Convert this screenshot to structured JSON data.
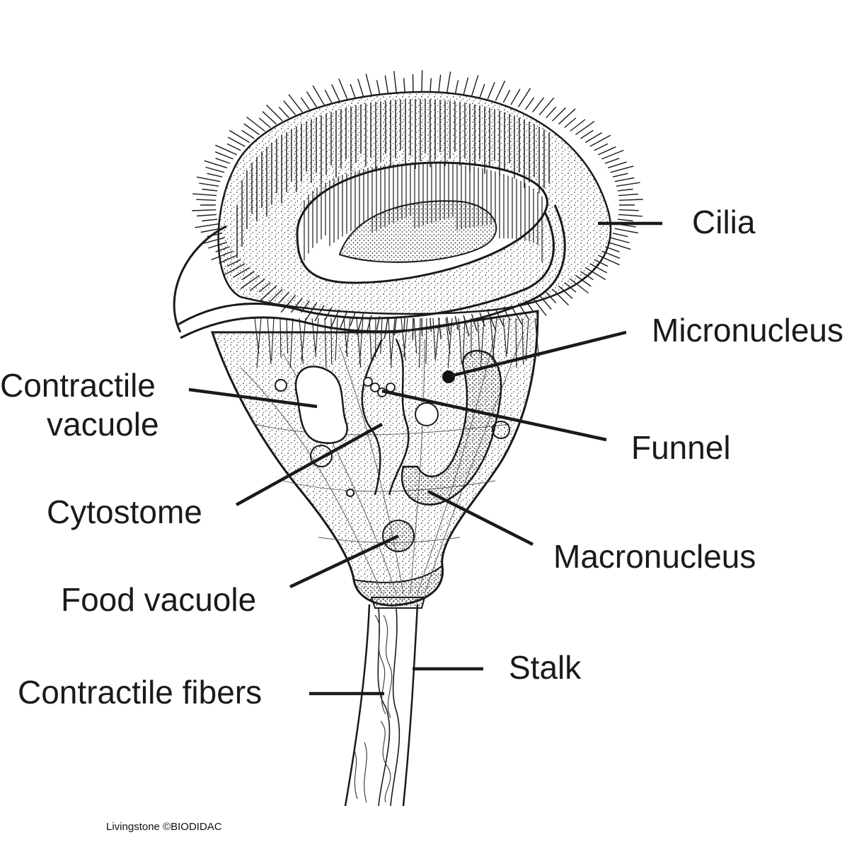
{
  "labels": {
    "cilia": "Cilia",
    "micronucleus": "Micronucleus",
    "contractile_vacuole_line1": "Contractile",
    "contractile_vacuole_line2": "vacuole",
    "funnel": "Funnel",
    "cytostome": "Cytostome",
    "macronucleus": "Macronucleus",
    "food_vacuole": "Food vacuole",
    "stalk": "Stalk",
    "contractile_fibers": "Contractile fibers"
  },
  "credit": "Livingstone ©BIODIDAC",
  "colors": {
    "ink": "#1a1a1a",
    "background": "#ffffff",
    "stipple": "#555555"
  }
}
